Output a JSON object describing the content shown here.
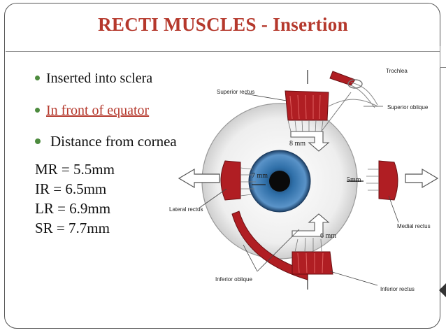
{
  "slide": {
    "title": "RECTI MUSCLES - Insertion",
    "bullets": [
      {
        "text": "Inserted into sclera"
      },
      {
        "text": "In front of equator"
      },
      {
        "text": "Distance from cornea"
      }
    ],
    "measurements": [
      "MR = 5.5mm",
      "IR = 6.5mm",
      "LR = 6.9mm",
      "SR = 7.7mm"
    ]
  },
  "diagram": {
    "labels": {
      "trochlea": "Trochlea",
      "superior_rectus": "Superior rectus",
      "superior_oblique": "Superior oblique",
      "lateral_rectus": "Lateral rectus",
      "medial_rectus": "Medial rectus",
      "inferior_oblique": "Inferior oblique",
      "inferior_rectus": "Inferior rectus"
    },
    "distances": {
      "superior": "8 mm",
      "lateral": "7 mm",
      "medial": "5mm",
      "inferior": "6 mm"
    },
    "colors": {
      "muscle": "#b01e23",
      "iris": "#2f6fa8",
      "sclera": "#ebebeb",
      "accent": "#b5382c"
    }
  }
}
